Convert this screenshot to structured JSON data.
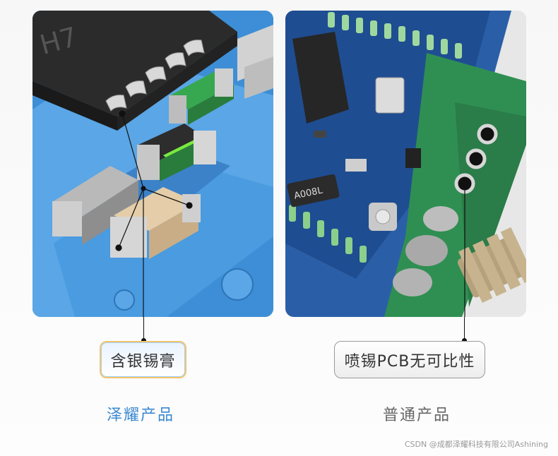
{
  "left_product": {
    "label": "含银锡膏",
    "caption": "泽耀产品",
    "image_text": "H7",
    "caption_color": "#3a88d2"
  },
  "right_product": {
    "label": "喷锡PCB无可比性",
    "caption": "普通产品",
    "image_text": "A008L",
    "caption_color": "#666666"
  },
  "watermark": "CSDN @成都泽耀科技有限公司Ashining",
  "colors": {
    "board_blue": "#3d8ed6",
    "chip_black": "#2b2b2b",
    "pcb_green": "#2f8f52"
  }
}
